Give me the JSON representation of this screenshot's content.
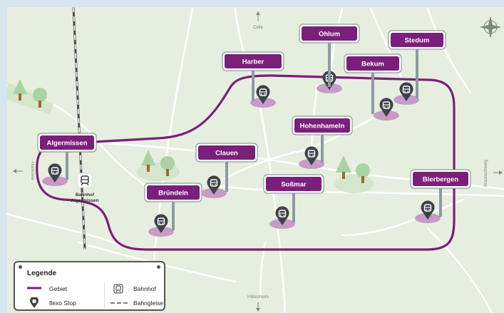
{
  "colors": {
    "region": "#7a1f7a",
    "label_bg": "#7a1f7a",
    "stop_shadow": "#c89ac8",
    "pin": "#3d4348",
    "land": "#e6efdf",
    "sea": "#d5e6f0"
  },
  "directions": {
    "north": "Celle",
    "south": "Hildesheim",
    "west": "Hannover",
    "east": "Braunschweig"
  },
  "places": [
    {
      "name": "Ohlum"
    },
    {
      "name": "Stedum"
    },
    {
      "name": "Harber"
    },
    {
      "name": "Bekum"
    },
    {
      "name": "Hohenhameln"
    },
    {
      "name": "Algermissen"
    },
    {
      "name": "Clauen"
    },
    {
      "name": "Soßmar"
    },
    {
      "name": "Bierbergen"
    },
    {
      "name": "Bründeln"
    }
  ],
  "station": {
    "line1": "Bahnhof",
    "line2": "Algermissen"
  },
  "legend": {
    "title": "Legende",
    "area": "Gebiet",
    "stop": "flexo Stop",
    "station": "Bahnhof",
    "rail": "Bahngleise"
  },
  "icons": [
    "compass-icon",
    "bus-stop-icon",
    "train-station-icon",
    "tree-icon"
  ]
}
